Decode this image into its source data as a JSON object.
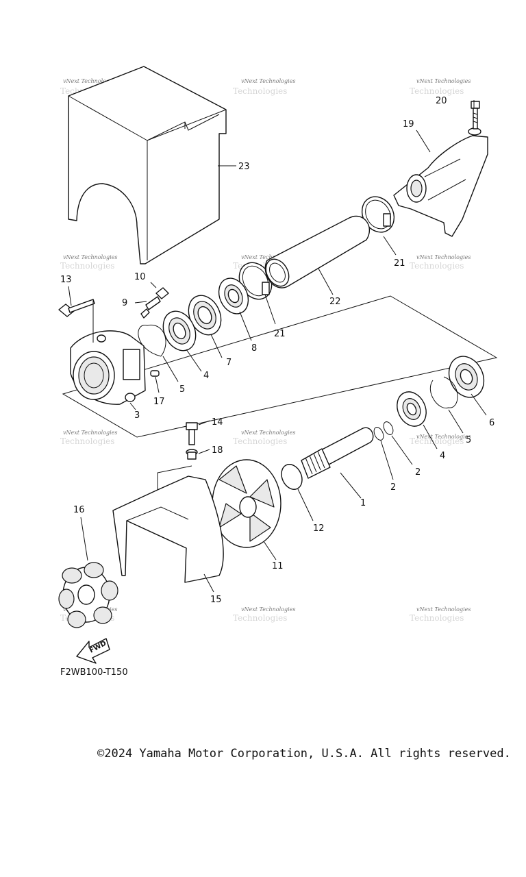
{
  "watermark": {
    "text": "vNext Technologies"
  },
  "callouts": {
    "c1": "1",
    "c2a": "2",
    "c2b": "2",
    "c3": "3",
    "c4a": "4",
    "c4b": "4",
    "c5a": "5",
    "c5b": "5",
    "c6": "6",
    "c7": "7",
    "c8": "8",
    "c9": "9",
    "c10": "10",
    "c11": "11",
    "c12": "12",
    "c13": "13",
    "c14": "14",
    "c15": "15",
    "c16": "16",
    "c17": "17",
    "c18": "18",
    "c19": "19",
    "c20": "20",
    "c21a": "21",
    "c21b": "21",
    "c22": "22",
    "c23": "23"
  },
  "fwd_label": "FWD",
  "figure_code": "F2WB100-T150",
  "copyright": "©2024 Yamaha Motor Corporation, U.S.A. All rights reserved."
}
